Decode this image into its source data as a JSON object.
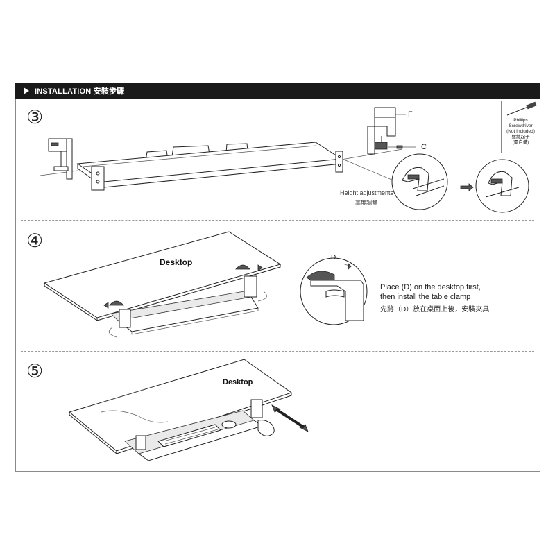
{
  "header": {
    "title": "INSTALLATION 安裝步驟"
  },
  "tool": {
    "line1": "Phillips",
    "line2": "Screwdriver",
    "line3": "(Not Included)",
    "line4": "螺絲起子",
    "line5": "(需自備)"
  },
  "step3": {
    "number": "③",
    "label_f": "F",
    "label_c": "C",
    "height_adjust": "Height adjustments",
    "height_adjust_zh": "高度調整"
  },
  "step4": {
    "number": "④",
    "desktop": "Desktop",
    "label_d": "D",
    "note_line1": "Place (D) on the desktop first,",
    "note_line2": "then install the table clamp",
    "note_zh": "先將（D）放在桌面上後，安裝夾具"
  },
  "step5": {
    "number": "⑤",
    "desktop": "Desktop"
  }
}
